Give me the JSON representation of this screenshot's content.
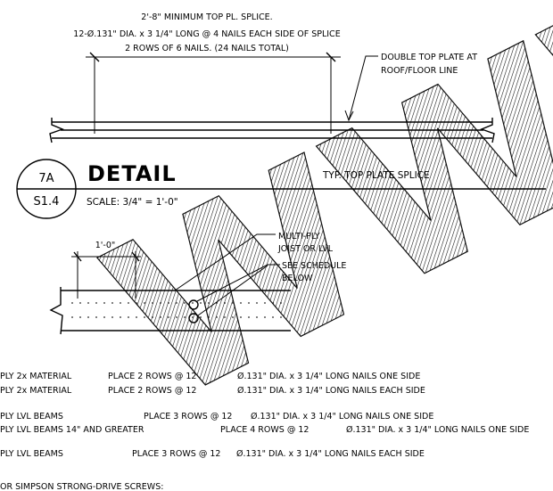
{
  "splice": {
    "line1": "2'-8\" MINIMUM TOP PL. SPLICE.",
    "line2": "12-Ø.131\" DIA. x 3 1/4\" LONG @ 4 NAILS EACH SIDE OF SPLICE",
    "line3": "2 ROWS OF 6 NAILS.  (24 NAILS TOTAL)",
    "callout_line1": "DOUBLE TOP PLATE AT",
    "callout_line2": "ROOF/FLOOR LINE"
  },
  "title_block": {
    "detail_number": "7A",
    "sheet_number": "S1.4",
    "title": "DETAIL",
    "scale": "SCALE: 3/4\" = 1'-0\"",
    "subtitle": "TYP. TOP PLATE SPLICE"
  },
  "beam": {
    "dimension": "1'-0\"",
    "callout1_line1": "MULTI-PLY",
    "callout1_line2": "JOIST OR LVL",
    "callout2_line1": "SEE SCHEDULE",
    "callout2_line2": "BELOW"
  },
  "schedule": {
    "rows": [
      {
        "member": "PLY 2x MATERIAL",
        "rows": "PLACE 2 ROWS @ 12",
        "nails": "Ø.131\" DIA. x 3 1/4\" LONG NAILS ONE SIDE"
      },
      {
        "member": "PLY 2x MATERIAL",
        "rows": "PLACE 2 ROWS @ 12",
        "nails": "Ø.131\" DIA. x 3 1/4\" LONG NAILS EACH SIDE"
      },
      {
        "member": "PLY LVL BEAMS",
        "rows": "PLACE 3 ROWS @ 12",
        "nails": "Ø.131\" DIA. x 3 1/4\" LONG NAILS ONE SIDE"
      },
      {
        "member": "PLY LVL BEAMS 14\" AND GREATER",
        "rows": "PLACE 4 ROWS @ 12",
        "nails": "Ø.131\" DIA. x 3 1/4\" LONG NAILS ONE SIDE"
      },
      {
        "member": "PLY LVL BEAMS",
        "rows": "PLACE 3 ROWS @ 12",
        "nails": "Ø.131\" DIA. x 3 1/4\" LONG NAILS EACH SIDE"
      }
    ],
    "footer": "OR SIMPSON STRONG-DRIVE SCREWS:"
  },
  "watermark": {
    "text": "WWW."
  }
}
